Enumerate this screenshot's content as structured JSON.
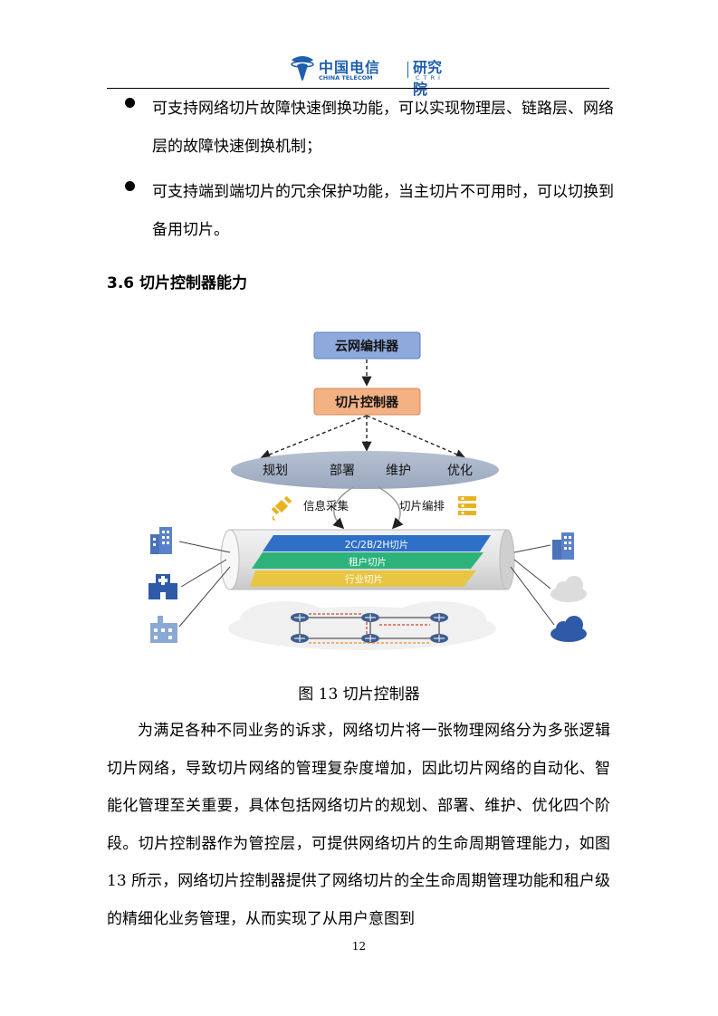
{
  "header": {
    "logo_cn": "中国电信",
    "logo_en": "CHINA TELECOM",
    "institute": "研究院",
    "institute_en": "CTRI"
  },
  "bullets": [
    "可支持网络切片故障快速倒换功能，可以实现物理层、链路层、网络层的故障快速倒换机制；",
    "可支持端到端切片的冗余保护功能，当主切片不可用时，可以切换到备用切片。"
  ],
  "section": {
    "title": "3.6 切片控制器能力"
  },
  "figure": {
    "top_box": "云网编排器",
    "controller_box": "切片控制器",
    "stages": [
      "规划",
      "部署",
      "维护",
      "优化"
    ],
    "collect_label": "信息采集",
    "orchestrate_label": "切片编排",
    "slices": [
      "2C/2B/2H切片",
      "租户切片",
      "行业切片"
    ],
    "colors": {
      "top_box": "#8ea9db",
      "controller_box": "#f4b183",
      "slice_blue": "#2e6fc7",
      "slice_green": "#2db37a",
      "slice_yellow": "#e8c542",
      "icon_blue": "#4a72b8",
      "cloud_dark": "#2f5aa8"
    },
    "icons_left": [
      "office-building-icon",
      "hospital-icon",
      "factory-icon"
    ],
    "icons_right": [
      "office-building-icon",
      "cloud-icon",
      "cloud-icon"
    ],
    "caption": "图  13 切片控制器"
  },
  "body": {
    "paragraph": "为满足各种不同业务的诉求，网络切片将一张物理网络分为多张逻辑切片网络，导致切片网络的管理复杂度增加，因此切片网络的自动化、智能化管理至关重要，具体包括网络切片的规划、部署、维护、优化四个阶段。切片控制器作为管控层，可提供网络切片的生命周期管理能力，如图 13 所示，网络切片控制器提供了网络切片的全生命周期管理功能和租户级的精细化业务管理，从而实现了从用户意图到"
  },
  "page_number": "12"
}
